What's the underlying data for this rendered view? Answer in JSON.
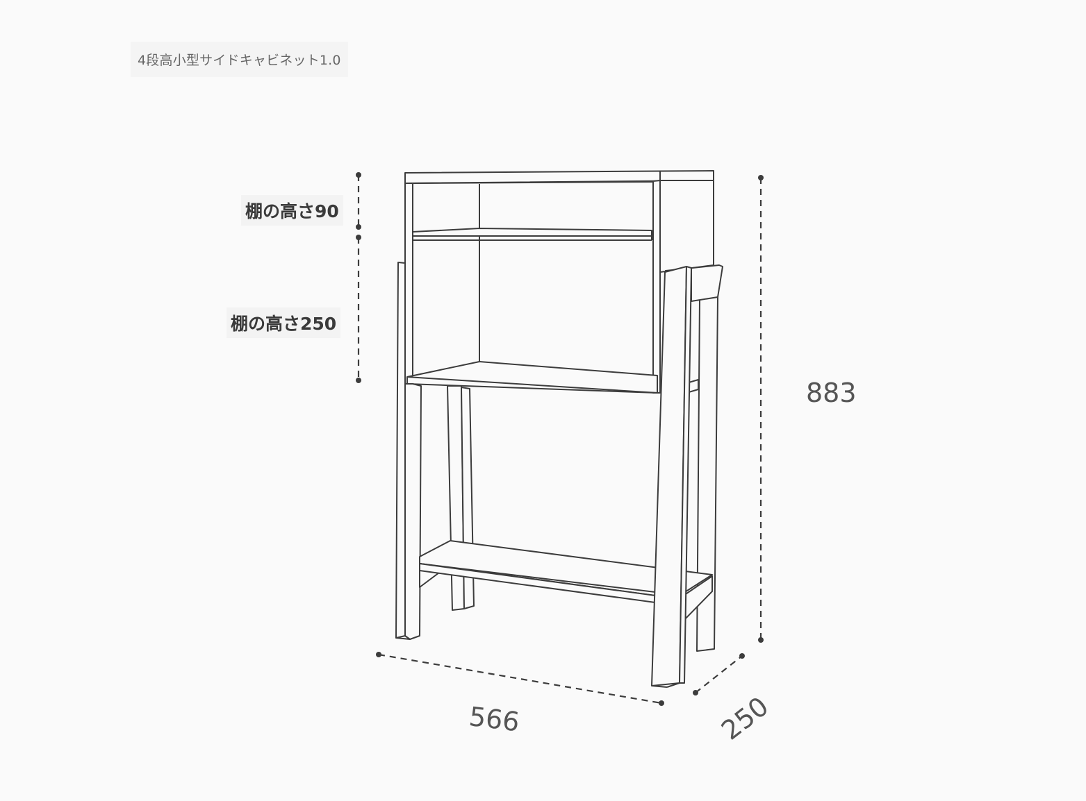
{
  "title": "4段高小型サイドキャビネット1.0",
  "labels": {
    "shelf_top": "棚の高さ90",
    "shelf_mid": "棚の高さ250"
  },
  "dimensions": {
    "height": "883",
    "width": "566",
    "depth": "250"
  },
  "colors": {
    "line": "#3c3c3c",
    "background": "#fafafa"
  }
}
